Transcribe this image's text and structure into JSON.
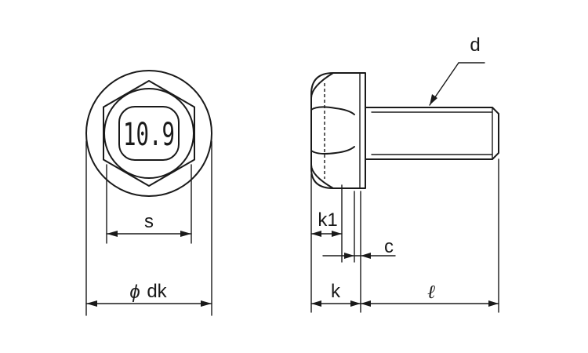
{
  "top_view": {
    "strength_mark": "10.9",
    "dim_s": "s",
    "dim_dk_symbol": "ϕ",
    "dim_dk": "dk"
  },
  "side_view": {
    "dim_d": "d",
    "dim_k1": "k1",
    "dim_c": "c",
    "dim_k": "k",
    "dim_l": "ℓ"
  }
}
